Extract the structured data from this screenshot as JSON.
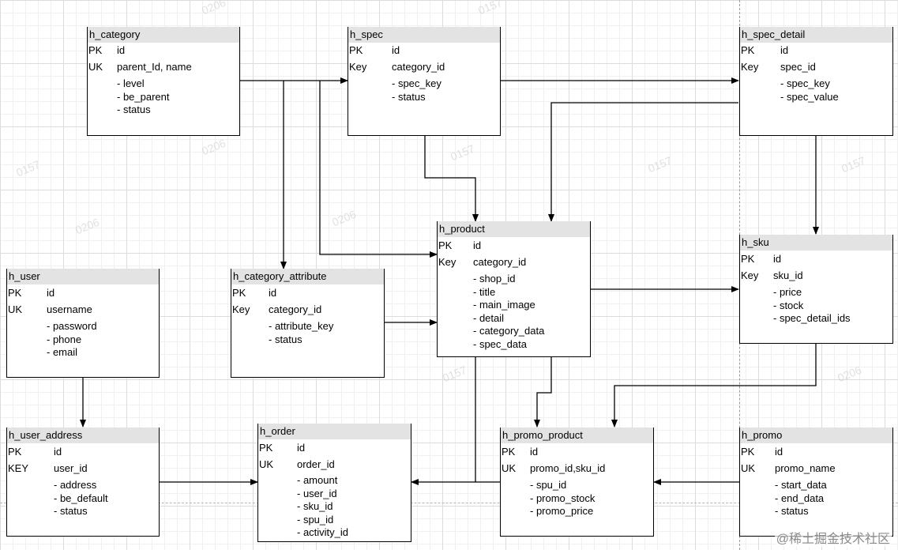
{
  "entities": {
    "h_category": {
      "name": "h_category",
      "rows": [
        {
          "key": "PK",
          "field": "id"
        },
        {
          "key": "UK",
          "field": "parent_Id, name"
        }
      ],
      "attrs": [
        "- level",
        "- be_parent",
        "- status"
      ]
    },
    "h_spec": {
      "name": "h_spec",
      "rows": [
        {
          "key": "PK",
          "field": "id"
        },
        {
          "key": "Key",
          "field": "category_id"
        }
      ],
      "attrs": [
        "- spec_key",
        "- status"
      ]
    },
    "h_spec_detail": {
      "name": "h_spec_detail",
      "rows": [
        {
          "key": "PK",
          "field": "id"
        },
        {
          "key": "Key",
          "field": "spec_id"
        }
      ],
      "attrs": [
        "- spec_key",
        "- spec_value"
      ]
    },
    "h_product": {
      "name": "h_product",
      "rows": [
        {
          "key": "PK",
          "field": "id"
        },
        {
          "key": "Key",
          "field": "category_id"
        }
      ],
      "attrs": [
        "- shop_id",
        "- title",
        "- main_image",
        "- detail",
        "- category_data",
        "- spec_data"
      ]
    },
    "h_sku": {
      "name": "h_sku",
      "rows": [
        {
          "key": "PK",
          "field": "id"
        },
        {
          "key": "Key",
          "field": "sku_id"
        }
      ],
      "attrs": [
        "- price",
        "- stock",
        "- spec_detail_ids"
      ]
    },
    "h_user": {
      "name": "h_user",
      "rows": [
        {
          "key": "PK",
          "field": "id"
        },
        {
          "key": "UK",
          "field": "username"
        }
      ],
      "attrs": [
        "- password",
        "- phone",
        "- email"
      ]
    },
    "h_category_attribute": {
      "name": "h_category_attribute",
      "rows": [
        {
          "key": "PK",
          "field": "id"
        },
        {
          "key": "Key",
          "field": "category_id"
        }
      ],
      "attrs": [
        "- attribute_key",
        "- status"
      ]
    },
    "h_user_address": {
      "name": "h_user_address",
      "rows": [
        {
          "key": "PK",
          "field": "id"
        },
        {
          "key": "KEY",
          "field": "user_id"
        }
      ],
      "attrs": [
        "- address",
        "- be_default",
        "- status"
      ]
    },
    "h_order": {
      "name": "h_order",
      "rows": [
        {
          "key": "PK",
          "field": "id"
        },
        {
          "key": "UK",
          "field": "order_id"
        }
      ],
      "attrs": [
        "- amount",
        "- user_id",
        "- sku_id",
        "- spu_id",
        "- activity_id"
      ]
    },
    "h_promo_product": {
      "name": "h_promo_product",
      "rows": [
        {
          "key": "PK",
          "field": "id"
        },
        {
          "key": "UK",
          "field": "promo_id,sku_id"
        }
      ],
      "attrs": [
        "- spu_id",
        "- promo_stock",
        "- promo_price"
      ]
    },
    "h_promo": {
      "name": "h_promo",
      "rows": [
        {
          "key": "PK",
          "field": "id"
        },
        {
          "key": "UK",
          "field": "promo_name"
        }
      ],
      "attrs": [
        "- start_data",
        "- end_data",
        "- status"
      ]
    }
  },
  "watermarks": [
    "0206",
    "0157",
    "0206",
    "0157",
    "0206",
    "0157",
    "0206",
    "0157",
    "0206",
    "0157",
    "0206",
    "0157",
    "0206",
    "0157",
    "0206",
    "0157",
    "0206",
    "0157",
    "0206",
    "0157"
  ],
  "footer": {
    "brand": "@稀土掘金技术社区"
  },
  "colors": {
    "header_bg": "#e3e3e3",
    "line": "#000000",
    "grid": "#dcdcdc"
  }
}
